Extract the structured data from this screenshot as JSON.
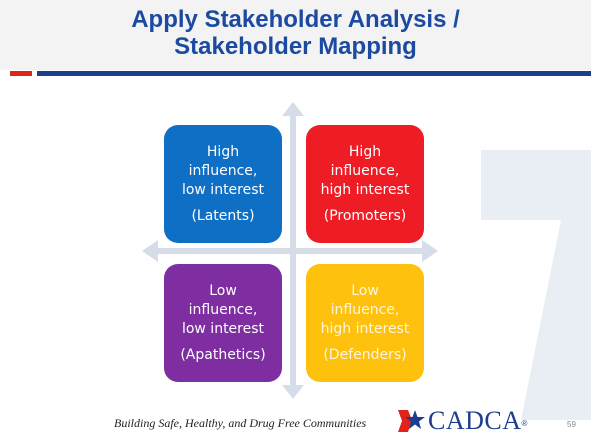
{
  "slide": {
    "title_line1": "Apply Stakeholder Analysis /",
    "title_line2": "Stakeholder Mapping",
    "page_number": "59"
  },
  "quadrants": [
    {
      "position": "top-left",
      "line1": "High",
      "line2": "influence,",
      "line3": "low interest",
      "role": "(Latents)",
      "color": "#0f6fc4"
    },
    {
      "position": "top-right",
      "line1": "High",
      "line2": "influence,",
      "line3": "high interest",
      "role": "(Promoters)",
      "color": "#ee1c25"
    },
    {
      "position": "bottom-left",
      "line1": "Low",
      "line2": "influence,",
      "line3": "low interest",
      "role": "(Apathetics)",
      "color": "#7e2ea0"
    },
    {
      "position": "bottom-right",
      "line1": "Low",
      "line2": "influence,",
      "line3": "high interest",
      "role": "(Defenders)",
      "color": "#fdc10e"
    }
  ],
  "footer": {
    "tagline": "Building Safe, Healthy, and Drug Free Communities",
    "logo_text": "CADCA",
    "logo_mark": "®"
  },
  "colors": {
    "title_blue": "#1b4aa0",
    "accent_red": "#e0241b",
    "rule_blue": "#1d3d8f",
    "arrow_gray": "#d6dde8"
  }
}
